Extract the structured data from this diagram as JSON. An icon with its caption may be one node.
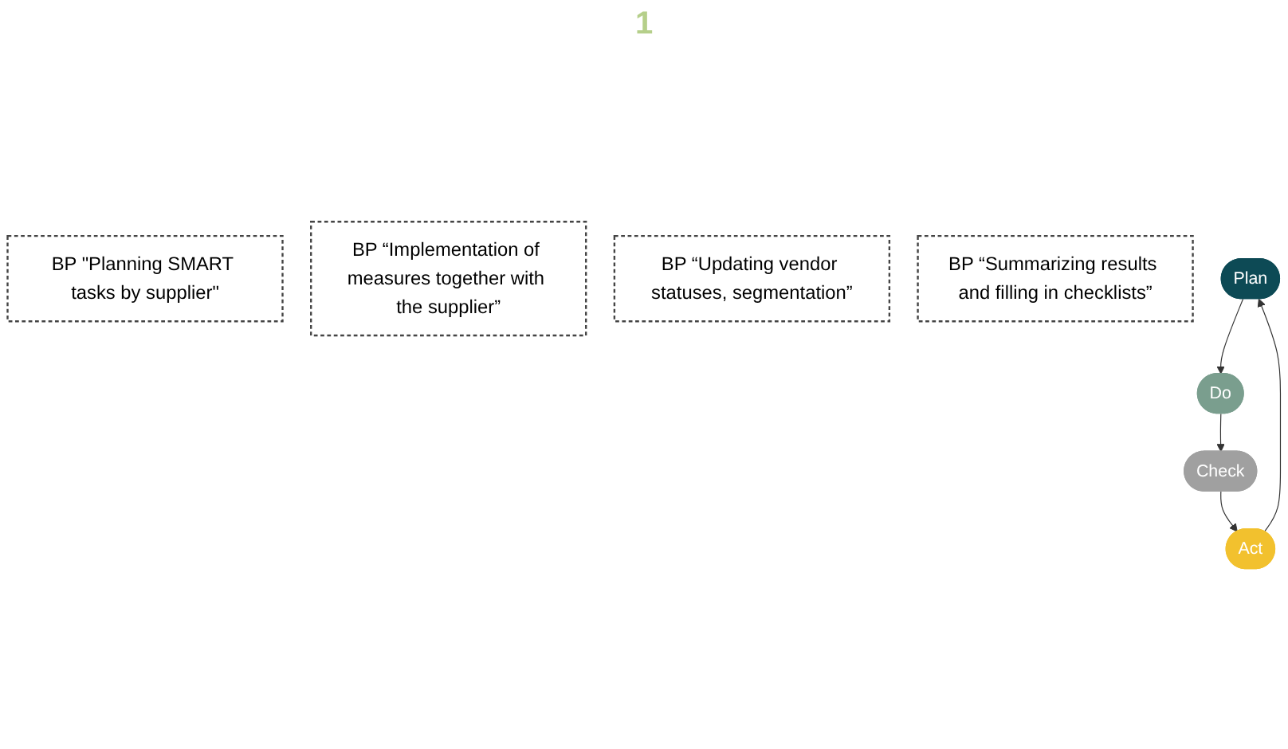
{
  "diagram": {
    "nodes": [
      {
        "text": [
          "BP \"Planning SMART tasks by supplier\""
        ]
      },
      {
        "text": [
          "BP “Implementation of measures together with the supplier”"
        ]
      },
      {
        "text": [
          "BP “Updating vendor statuses, segmentation”"
        ]
      },
      {
        "text": [
          "BP “Summarizing results and filling in checklists”"
        ]
      },
      {
        "text": [
          "Plan"
        ]
      },
      {
        "text": [
          "Do"
        ]
      },
      {
        "text": [
          "Check"
        ]
      },
      {
        "text": [
          "Act"
        ]
      }
    ],
    "edges": [
      {
        "from": 4,
        "to": 5,
        "arrow": "to"
      },
      {
        "from": 5,
        "to": 6,
        "arrow": "to"
      },
      {
        "from": 6,
        "to": 7,
        "arrow": "to"
      },
      {
        "from": 7,
        "to": 4,
        "arrow": "to"
      }
    ],
    "labels": [
      "1"
    ]
  }
}
